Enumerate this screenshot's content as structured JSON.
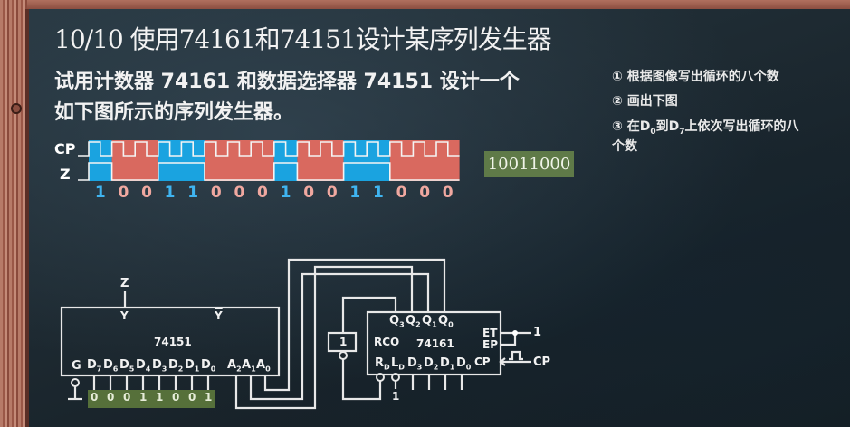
{
  "title": "10/10 使用74161和74151设计某序列发生器",
  "question": {
    "line1": "试用计数器 74161 和数据选择器 74151 设计一个",
    "line2": "如下图所示的序列发生器。"
  },
  "steps": {
    "s1": "① 根据图像写出循环的八个数",
    "s2": "② 画出下图",
    "s3_prefix": "③ 在D",
    "s3_sub0": "0",
    "s3_mid": "到D",
    "s3_sub7": "7",
    "s3_suffix": "上依次写出循环的八",
    "s3_line2": "个数"
  },
  "waveform": {
    "cp_label": "CP",
    "z_label": "Z",
    "bits": [
      "1",
      "0",
      "0",
      "1",
      "1",
      "0",
      "0",
      "0",
      "1",
      "0",
      "0",
      "1",
      "1",
      "0",
      "0",
      "0"
    ],
    "colors": {
      "one": "#1aa3e0",
      "zero": "#d9695f",
      "one_text": "#3fb4f0",
      "zero_text": "#f0a8a0"
    }
  },
  "result_sequence": "10011000",
  "chip_74151": {
    "name": "74151",
    "output_y": "Y",
    "output_ybar": "Y",
    "output_net": "Z",
    "enable": "G",
    "data_inputs": [
      "D7",
      "D6",
      "D5",
      "D4",
      "D3",
      "D2",
      "D1",
      "D0"
    ],
    "select_inputs": [
      "A2",
      "A1",
      "A0"
    ],
    "data_values": [
      "0",
      "0",
      "0",
      "1",
      "1",
      "0",
      "0",
      "1"
    ]
  },
  "chip_74161": {
    "name": "74161",
    "outputs": [
      "Q3",
      "Q2",
      "Q1",
      "Q0"
    ],
    "rco": "RCO",
    "inputs": [
      "RD",
      "LD",
      "D3",
      "D2",
      "D1",
      "D0"
    ],
    "et": "ET",
    "ep": "EP",
    "cp": "CP",
    "ld_value": "1",
    "et_value": "1",
    "cp_source": "CP"
  },
  "inverter": {
    "label": "1"
  }
}
